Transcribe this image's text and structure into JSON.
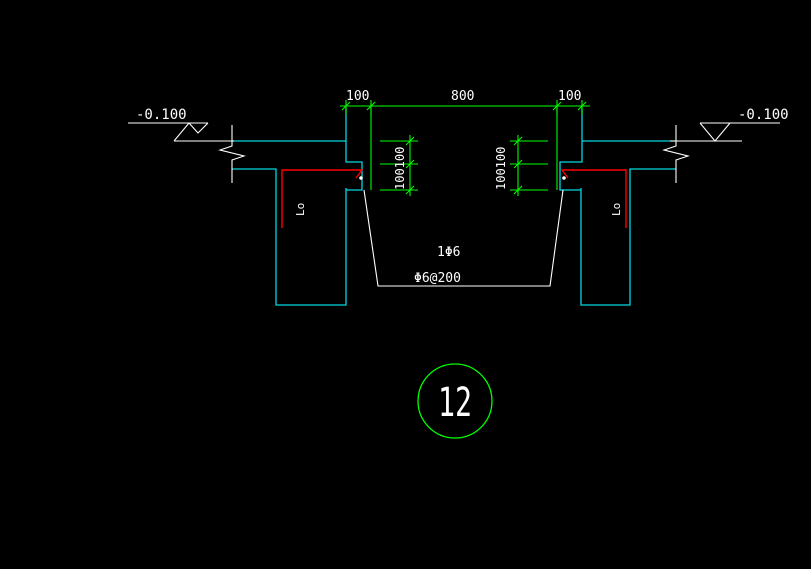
{
  "colors": {
    "background": "#000000",
    "concrete_outline": "#00d8e0",
    "dimension": "#00ff00",
    "rebar": "#ff0000",
    "linework": "#ffffff",
    "label_circle": "#00ff00"
  },
  "elevation": {
    "left_label": "-0.100",
    "right_label": "-0.100"
  },
  "dimensions": {
    "left_wall": "100",
    "opening": "800",
    "right_wall": "100",
    "left_vertical": "100100",
    "right_vertical": "100100"
  },
  "rebar": {
    "left_anchor": "Lo",
    "right_anchor": "Lo",
    "main_bar": "1Φ6",
    "stirrup": "Φ6@200"
  },
  "detail": {
    "number": "12"
  }
}
